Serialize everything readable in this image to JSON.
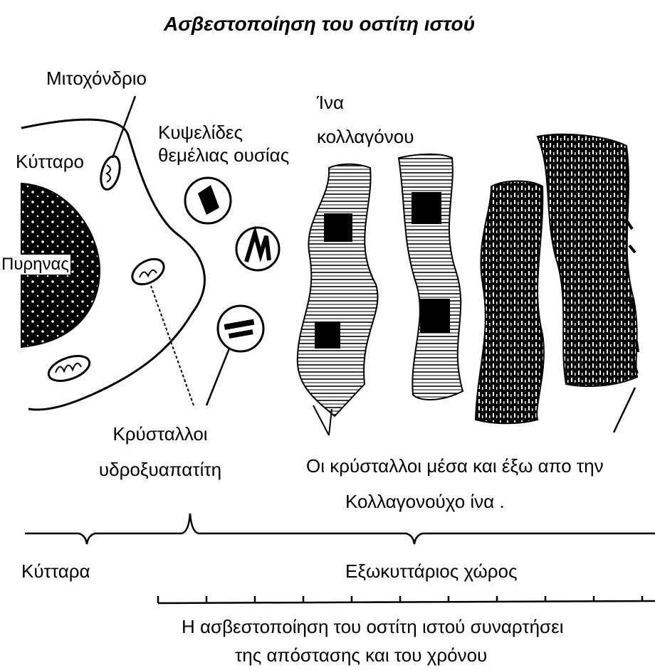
{
  "title": "Ασβεστοποίηση του οστίτη ιστού",
  "labels": {
    "mitochondrion": "Μιτοχόνδριο",
    "cell": "Κύτταρο",
    "nucleus": "Πυρηνας",
    "matrix_vesicles": "Κυψελίδες θεμέλιας ουσίας",
    "collagen_fiber": "Ίνα κολλαγόνου",
    "crystals": "Κρύσταλλοι υδροξυαπατίτη",
    "crystals_in_out": "Οι κρύσταλλοι μέσα και έξω απο την",
    "collagen_fiber_2": "Κολλαγονούχο ίνα .",
    "cells": "Κύτταρα",
    "extracellular": "Εξωκυττάριος χώρος",
    "caption_line1": "Η ασβεστοποίηση του οστίτη ιστού συναρτήσει",
    "caption_line2": "της απόστασης και του χρόνου"
  },
  "colors": {
    "ink": "#000000",
    "paper": "#ffffff"
  }
}
